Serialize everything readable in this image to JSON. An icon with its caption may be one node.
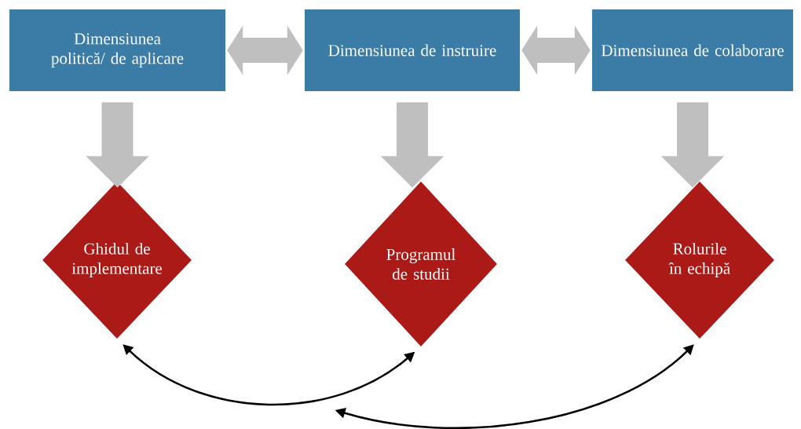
{
  "diagram": {
    "nodes": [
      {
        "text": [
          "Dimensiunea politică/ de aplicare"
        ]
      },
      {
        "text": [
          "Dimensiunea de instruire"
        ]
      },
      {
        "text": [
          "Dimensiunea de colaborare"
        ]
      },
      {
        "text": [
          "Ghidul de implementare"
        ]
      },
      {
        "text": [
          "Programul de studii"
        ]
      },
      {
        "text": [
          "Rolurile în echipă"
        ]
      }
    ],
    "edges": [
      {
        "from": 0,
        "to": 1,
        "arrow": "both"
      },
      {
        "from": 1,
        "to": 2,
        "arrow": "both"
      },
      {
        "from": 0,
        "to": 3,
        "arrow": "to"
      },
      {
        "from": 1,
        "to": 4,
        "arrow": "to"
      },
      {
        "from": 2,
        "to": 5,
        "arrow": "to"
      },
      {
        "from": 3,
        "to": 4,
        "arrow": "both",
        "color": "#000000"
      },
      {
        "from": null,
        "to": 5,
        "arrow": "both",
        "color": "#000000"
      }
    ]
  }
}
